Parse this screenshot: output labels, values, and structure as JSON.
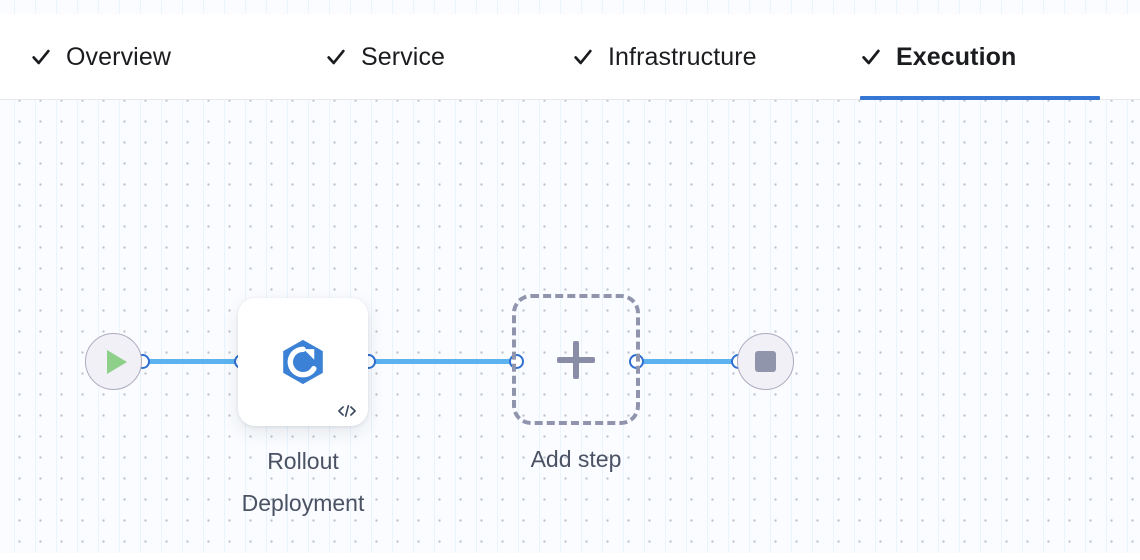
{
  "tabs": [
    {
      "label": "Overview",
      "icon": "check-icon",
      "completed": true,
      "active": false
    },
    {
      "label": "Service",
      "icon": "check-icon",
      "completed": true,
      "active": false
    },
    {
      "label": "Infrastructure",
      "icon": "check-icon",
      "completed": true,
      "active": false
    },
    {
      "label": "Execution",
      "icon": "check-icon",
      "completed": true,
      "active": true
    }
  ],
  "canvas": {
    "nodes": [
      {
        "id": "start",
        "type": "start",
        "icon": "play-icon",
        "label": ""
      },
      {
        "id": "step-1",
        "type": "step",
        "icon": "rollout-deployment-icon",
        "badge": "code-icon",
        "label": "Rollout\nDeployment"
      },
      {
        "id": "add-step",
        "type": "add-step",
        "icon": "plus-icon",
        "label": "Add step"
      },
      {
        "id": "end",
        "type": "end",
        "icon": "stop-icon",
        "label": ""
      }
    ],
    "edges": [
      {
        "from": "start",
        "to": "step-1"
      },
      {
        "from": "step-1",
        "to": "add-step"
      },
      {
        "from": "add-step",
        "to": "end"
      }
    ]
  },
  "colors": {
    "accent_blue": "#3577d4",
    "edge_blue": "#5cb3f0",
    "port_border": "#2f6fd0",
    "step_icon_blue": "#3b82d6",
    "start_green": "#8ed08a",
    "stop_gray": "#9195ab",
    "node_circle_fill": "#f1f0f6",
    "node_circle_border": "#aeaabf",
    "dashed_border": "#9094ad",
    "label_text": "#4a5264",
    "tab_text": "#1b1c1f",
    "canvas_bg": "#fafcff"
  }
}
